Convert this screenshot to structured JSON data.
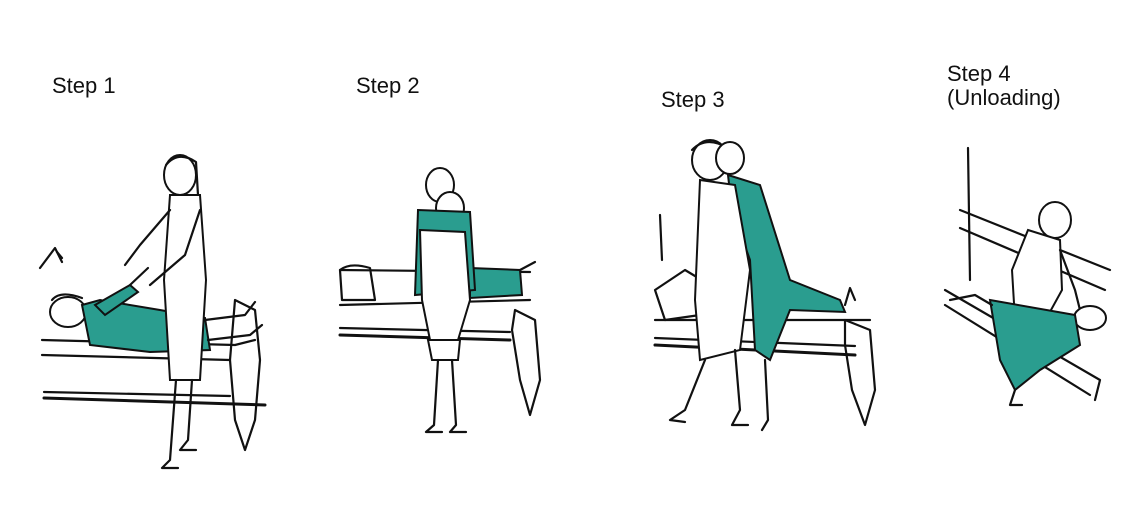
{
  "steps": [
    {
      "label": "Step 1",
      "line2": ""
    },
    {
      "label": "Step 2",
      "line2": ""
    },
    {
      "label": "Step 3",
      "line2": ""
    },
    {
      "label": "Step 4",
      "line2": "(Unloading)"
    }
  ],
  "colors": {
    "gown": "#2a9d8f",
    "ink": "#111111",
    "background": "#ffffff"
  }
}
